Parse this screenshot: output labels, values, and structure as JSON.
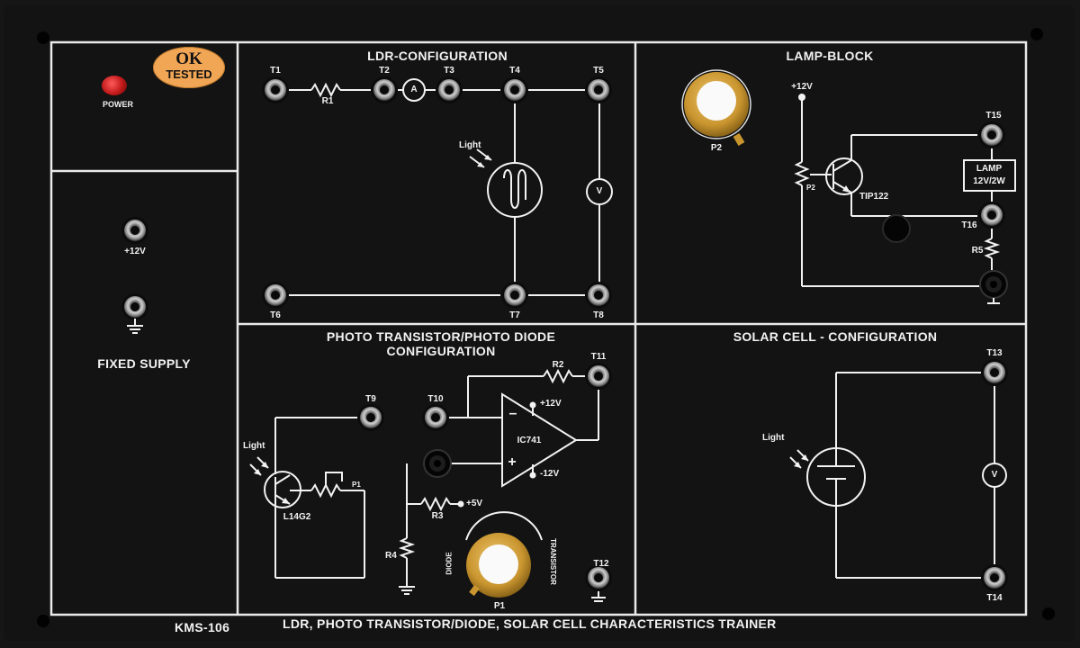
{
  "badge": {
    "line1": "OK",
    "line2": "TESTED"
  },
  "power_label": "POWER",
  "fixed_supply": {
    "title": "FIXED SUPPLY",
    "v12": "+12V"
  },
  "ldr": {
    "title": "LDR-CONFIGURATION",
    "terminals": [
      "T1",
      "T2",
      "T3",
      "T4",
      "T5",
      "T6",
      "T7",
      "T8"
    ],
    "r1": "R1",
    "ammeter": "A",
    "voltmeter": "V",
    "light": "Light"
  },
  "lamp_block": {
    "title": "LAMP-BLOCK",
    "pot": "P2",
    "vcc": "+12V",
    "pot_small": "P2",
    "transistor": "TIP122",
    "lamp_line1": "LAMP",
    "lamp_line2": "12V/2W",
    "t15": "T15",
    "t16": "T16",
    "r5": "R5"
  },
  "photo": {
    "title_line1": "PHOTO TRANSISTOR/PHOTO DIODE",
    "title_line2": "CONFIGURATION",
    "t9": "T9",
    "t10": "T10",
    "t11": "T11",
    "t12": "T12",
    "r2": "R2",
    "r3": "R3",
    "r4": "R4",
    "p1_small": "P1",
    "p1": "P1",
    "vpos": "+12V",
    "vneg": "-12V",
    "v5": "+5V",
    "ic": "IC741",
    "device": "L14G2",
    "light": "Light",
    "diode": "DIODE",
    "transistor": "TRANSISTOR",
    "minus": "–",
    "plus": "+"
  },
  "solar": {
    "title": "SOLAR CELL - CONFIGURATION",
    "t13": "T13",
    "t14": "T14",
    "voltmeter": "V",
    "light": "Light"
  },
  "footer": {
    "model": "KMS-106",
    "title": "LDR, PHOTO TRANSISTOR/DIODE, SOLAR CELL CHARACTERISTICS TRAINER"
  },
  "colors": {
    "panel": "#141414",
    "line": "#f2f2f2",
    "badge": "#f1a656",
    "knob": "#d9a94a",
    "led": "#d21c1c"
  }
}
